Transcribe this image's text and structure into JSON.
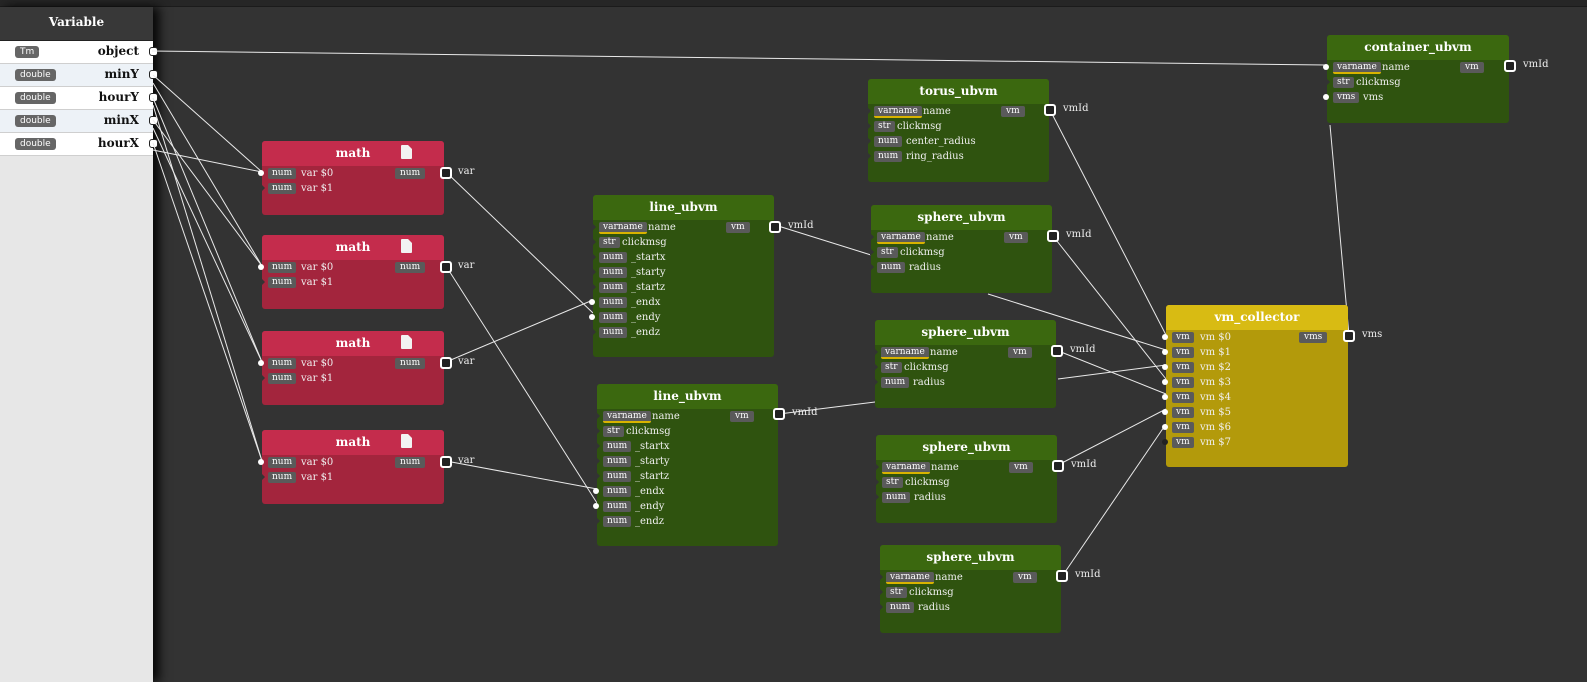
{
  "variable_panel": {
    "title": "Variable",
    "rows": [
      {
        "type": "Tm",
        "name": "object"
      },
      {
        "type": "double",
        "name": "minY"
      },
      {
        "type": "double",
        "name": "hourY"
      },
      {
        "type": "double",
        "name": "minX"
      },
      {
        "type": "double",
        "name": "hourX"
      }
    ]
  },
  "math_nodes": [
    {
      "title": "math",
      "inputs": [
        {
          "type": "num",
          "label": "var $0"
        },
        {
          "type": "num",
          "label": "var $1"
        }
      ],
      "out_type": "num",
      "out_label": "var"
    },
    {
      "title": "math",
      "inputs": [
        {
          "type": "num",
          "label": "var $0"
        },
        {
          "type": "num",
          "label": "var $1"
        }
      ],
      "out_type": "num",
      "out_label": "var"
    },
    {
      "title": "math",
      "inputs": [
        {
          "type": "num",
          "label": "var $0"
        },
        {
          "type": "num",
          "label": "var $1"
        }
      ],
      "out_type": "num",
      "out_label": "var"
    },
    {
      "title": "math",
      "inputs": [
        {
          "type": "num",
          "label": "var $0"
        },
        {
          "type": "num",
          "label": "var $1"
        }
      ],
      "out_type": "num",
      "out_label": "var"
    }
  ],
  "line_nodes": [
    {
      "title": "line_ubvm",
      "inputs": [
        {
          "type": "varname",
          "label": "name"
        },
        {
          "type": "str",
          "label": "clickmsg"
        },
        {
          "type": "num",
          "label": "_startx"
        },
        {
          "type": "num",
          "label": "_starty"
        },
        {
          "type": "num",
          "label": "_startz"
        },
        {
          "type": "num",
          "label": "_endx"
        },
        {
          "type": "num",
          "label": "_endy"
        },
        {
          "type": "num",
          "label": "_endz"
        }
      ],
      "out_type": "vm",
      "out_label": "vmId"
    },
    {
      "title": "line_ubvm",
      "inputs": [
        {
          "type": "varname",
          "label": "name"
        },
        {
          "type": "str",
          "label": "clickmsg"
        },
        {
          "type": "num",
          "label": "_startx"
        },
        {
          "type": "num",
          "label": "_starty"
        },
        {
          "type": "num",
          "label": "_startz"
        },
        {
          "type": "num",
          "label": "_endx"
        },
        {
          "type": "num",
          "label": "_endy"
        },
        {
          "type": "num",
          "label": "_endz"
        }
      ],
      "out_type": "vm",
      "out_label": "vmId"
    }
  ],
  "torus_node": {
    "title": "torus_ubvm",
    "inputs": [
      {
        "type": "varname",
        "label": "name"
      },
      {
        "type": "str",
        "label": "clickmsg"
      },
      {
        "type": "num",
        "label": "center_radius"
      },
      {
        "type": "num",
        "label": "ring_radius"
      }
    ],
    "out_type": "vm",
    "out_label": "vmId"
  },
  "sphere_nodes": [
    {
      "title": "sphere_ubvm",
      "inputs": [
        {
          "type": "varname",
          "label": "name"
        },
        {
          "type": "str",
          "label": "clickmsg"
        },
        {
          "type": "num",
          "label": "radius"
        }
      ],
      "out_type": "vm",
      "out_label": "vmId"
    },
    {
      "title": "sphere_ubvm",
      "inputs": [
        {
          "type": "varname",
          "label": "name"
        },
        {
          "type": "str",
          "label": "clickmsg"
        },
        {
          "type": "num",
          "label": "radius"
        }
      ],
      "out_type": "vm",
      "out_label": "vmId"
    },
    {
      "title": "sphere_ubvm",
      "inputs": [
        {
          "type": "varname",
          "label": "name"
        },
        {
          "type": "str",
          "label": "clickmsg"
        },
        {
          "type": "num",
          "label": "radius"
        }
      ],
      "out_type": "vm",
      "out_label": "vmId"
    },
    {
      "title": "sphere_ubvm",
      "inputs": [
        {
          "type": "varname",
          "label": "name"
        },
        {
          "type": "str",
          "label": "clickmsg"
        },
        {
          "type": "num",
          "label": "radius"
        }
      ],
      "out_type": "vm",
      "out_label": "vmId"
    }
  ],
  "collector_node": {
    "title": "vm_collector",
    "inputs": [
      {
        "type": "vm",
        "label": "vm $0"
      },
      {
        "type": "vm",
        "label": "vm $1"
      },
      {
        "type": "vm",
        "label": "vm $2"
      },
      {
        "type": "vm",
        "label": "vm $3"
      },
      {
        "type": "vm",
        "label": "vm $4"
      },
      {
        "type": "vm",
        "label": "vm $5"
      },
      {
        "type": "vm",
        "label": "vm $6"
      },
      {
        "type": "vm",
        "label": "vm $7"
      }
    ],
    "out_type": "vms",
    "out_label": "vms"
  },
  "container_node": {
    "title": "container_ubvm",
    "inputs": [
      {
        "type": "varname",
        "label": "name"
      },
      {
        "type": "str",
        "label": "clickmsg"
      },
      {
        "type": "vms",
        "label": "vms"
      }
    ],
    "out_type": "vm",
    "out_label": "vmId"
  },
  "colors": {
    "math_node": "#a3253d",
    "ubvm_node": "#2f530f",
    "collector_node": "#b39a0b",
    "canvas": "#333333"
  }
}
